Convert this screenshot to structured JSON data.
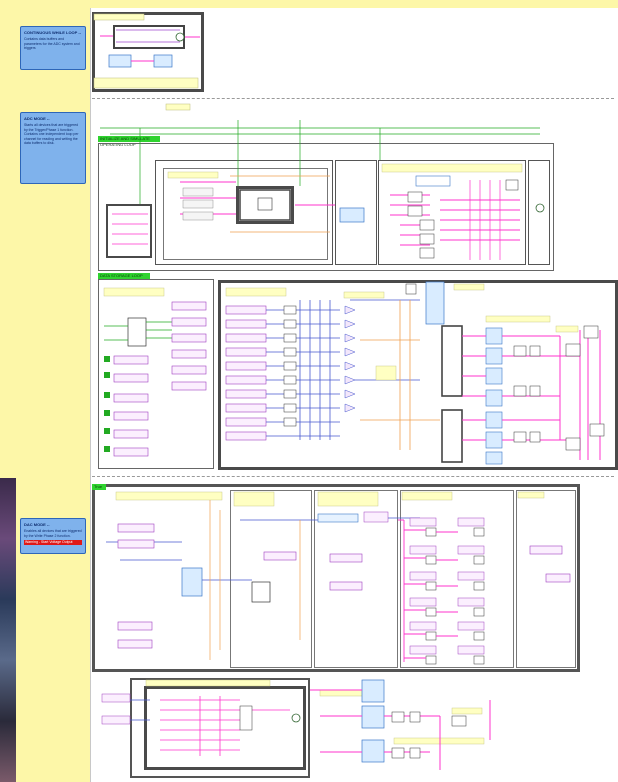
{
  "notes": {
    "continuous": {
      "title": "CONTINUOUS WHILE LOOP --",
      "body": "Contains data buffers and parameters for the ADC system and triggers"
    },
    "adc1": {
      "title": "ADC MODE --",
      "body": "Starts all devices that are triggered by the Trigger/Phase 1 function. Contains one independent loop per channel for reading and writing the data buffers to disk."
    },
    "adc2": {
      "title": "DAC MODE --",
      "body": "Enables all devices that are triggered by the Write Phase 2 function.",
      "warning": "Warning - Start Voltage Output"
    }
  },
  "labels": {
    "setup_loop": "INITIALIZE AND SIMULATE OPERATING LOOP",
    "data_loop": "DATA STORAGE LOOP",
    "case_true": "True"
  },
  "colors": {
    "background": "#fdf7a8",
    "note_fill": "#7fb2ec",
    "wire_pink": "#ff33cc",
    "wire_blue": "#4a5acf",
    "wire_orange": "#f0a050",
    "wire_green": "#22aa22",
    "loop_green": "#2fd32f"
  }
}
